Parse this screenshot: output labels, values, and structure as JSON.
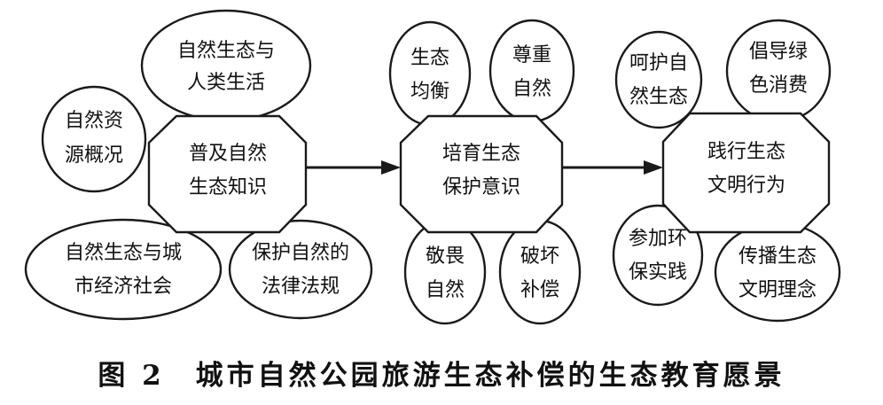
{
  "diagram": {
    "hubs": [
      {
        "id": "hub1",
        "lines": [
          "普及自然",
          "生态知识"
        ]
      },
      {
        "id": "hub2",
        "lines": [
          "培育生态",
          "保护意识"
        ]
      },
      {
        "id": "hub3",
        "lines": [
          "践行生态",
          "文明行为"
        ]
      }
    ],
    "bubbles": [
      {
        "id": "b1",
        "hub": "hub1",
        "lines": [
          "自然生态与",
          "人类生活"
        ]
      },
      {
        "id": "b2",
        "hub": "hub1",
        "lines": [
          "自然资",
          "源概况"
        ]
      },
      {
        "id": "b3",
        "hub": "hub1",
        "lines": [
          "自然生态与城",
          "市经济社会"
        ]
      },
      {
        "id": "b4",
        "hub": "hub1",
        "lines": [
          "保护自然的",
          "法律法规"
        ]
      },
      {
        "id": "b5",
        "hub": "hub2",
        "lines": [
          "生态",
          "均衡"
        ]
      },
      {
        "id": "b6",
        "hub": "hub2",
        "lines": [
          "尊重",
          "自然"
        ]
      },
      {
        "id": "b7",
        "hub": "hub2",
        "lines": [
          "敬畏",
          "自然"
        ]
      },
      {
        "id": "b8",
        "hub": "hub2",
        "lines": [
          "破坏",
          "补偿"
        ]
      },
      {
        "id": "b9",
        "hub": "hub3",
        "lines": [
          "呵护自",
          "然生态"
        ]
      },
      {
        "id": "b10",
        "hub": "hub3",
        "lines": [
          "倡导绿",
          "色消费"
        ]
      },
      {
        "id": "b11",
        "hub": "hub3",
        "lines": [
          "参加环",
          "保实践"
        ]
      },
      {
        "id": "b12",
        "hub": "hub3",
        "lines": [
          "传播生态",
          "文明理念"
        ]
      }
    ],
    "flow": [
      {
        "from": "hub1",
        "to": "hub2"
      },
      {
        "from": "hub2",
        "to": "hub3"
      }
    ]
  },
  "caption": "图 2　城市自然公园旅游生态补偿的生态教育愿景"
}
